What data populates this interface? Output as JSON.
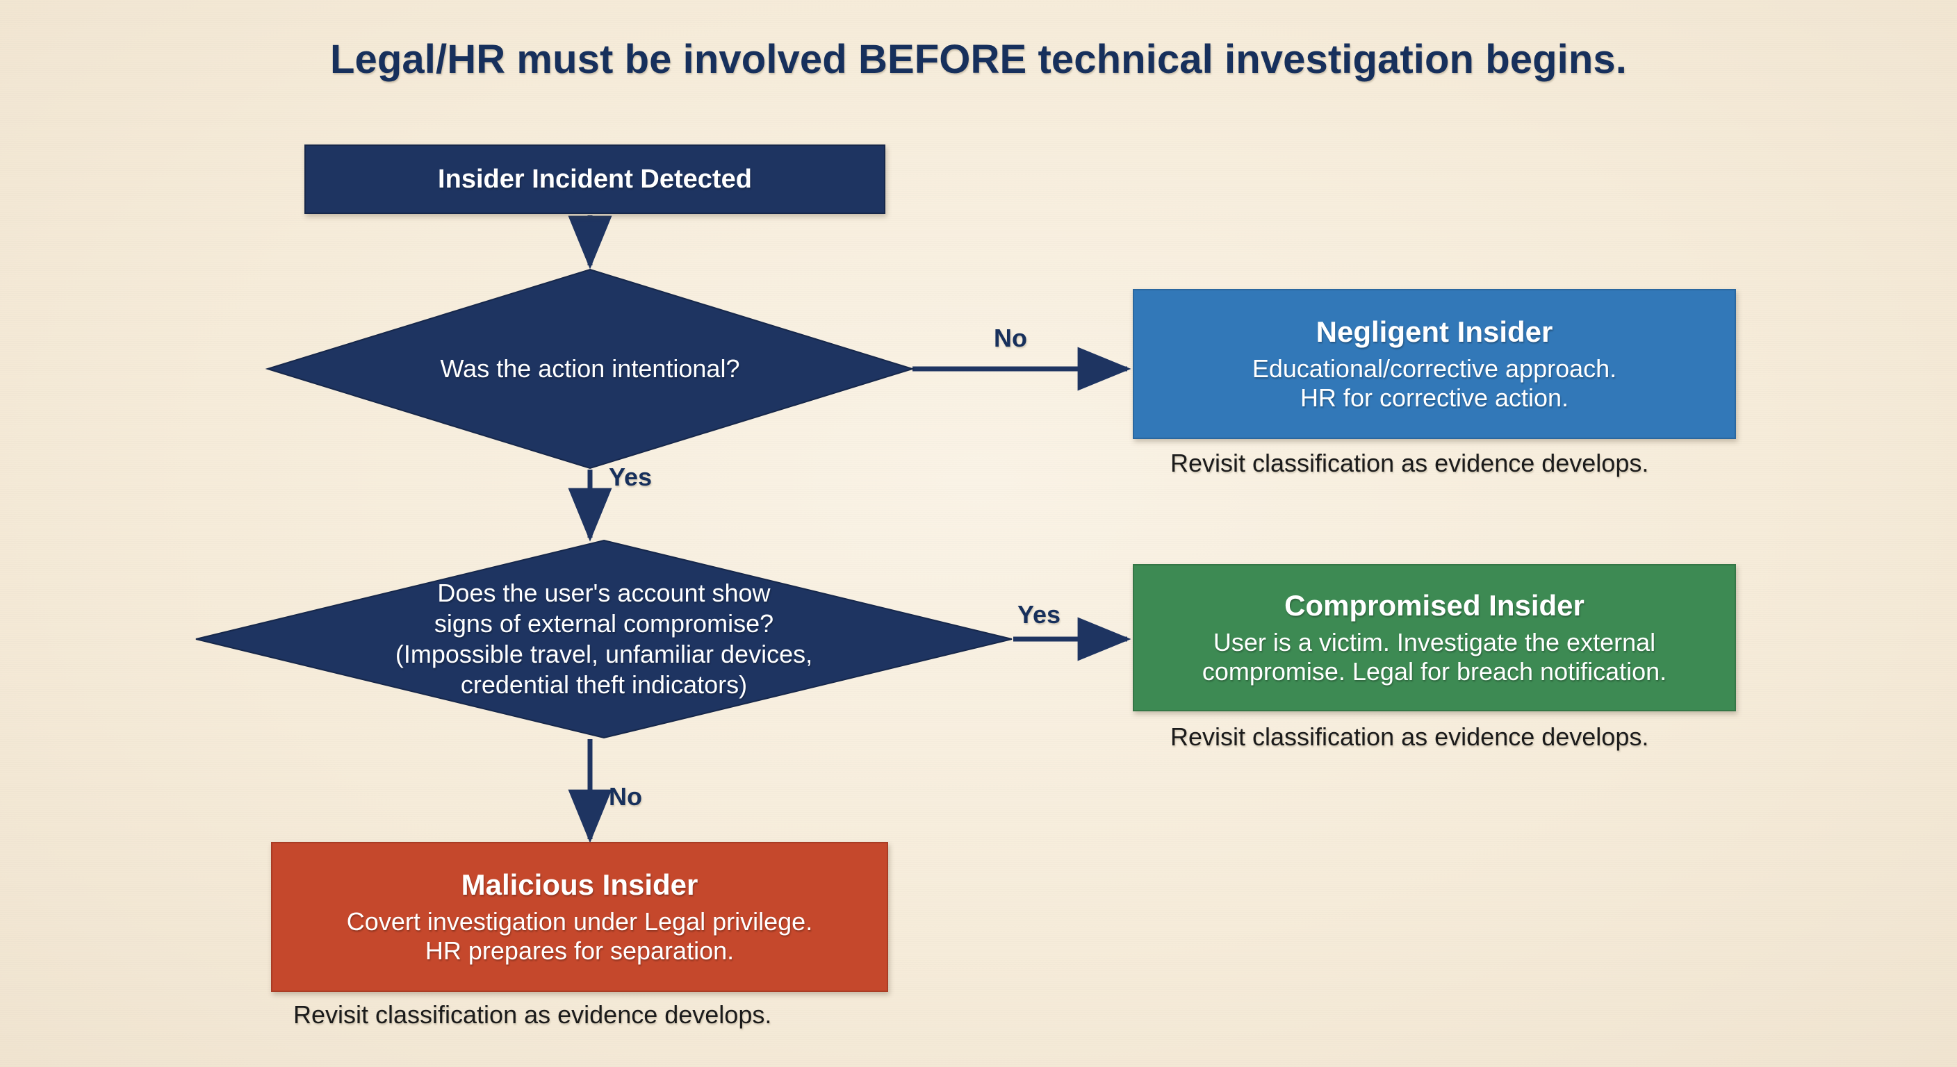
{
  "title": "Legal/HR must be involved BEFORE technical investigation begins.",
  "colors": {
    "background": "#f7eedf",
    "navy": "#1e3461",
    "blue": "#3278b8",
    "green": "#3d8a53",
    "red": "#c5482c",
    "title_text": "#17305c",
    "caption_text": "#1b1b1b"
  },
  "nodes": {
    "start": {
      "label": "Insider Incident Detected"
    },
    "decision_1": {
      "lines": [
        "Was the action intentional?"
      ]
    },
    "decision_2": {
      "lines": [
        "Does the user's account show",
        "signs of external compromise?",
        "(Impossible travel, unfamiliar devices,",
        "credential theft indicators)"
      ]
    },
    "negligent": {
      "title": "Negligent Insider",
      "lines": [
        "Educational/corrective approach.",
        "HR for corrective action."
      ]
    },
    "compromised": {
      "title": "Compromised Insider",
      "lines": [
        "User is a victim. Investigate the external",
        "compromise. Legal for breach notification."
      ]
    },
    "malicious": {
      "title": "Malicious Insider",
      "lines": [
        "Covert investigation under Legal privilege.",
        "HR prepares for separation."
      ]
    }
  },
  "captions": {
    "negligent": "Revisit classification as evidence develops.",
    "compromised": "Revisit classification as evidence develops.",
    "malicious": "Revisit classification as evidence develops."
  },
  "edges": {
    "start_to_decision_1": {
      "label": ""
    },
    "decision_1_no": {
      "label": "No"
    },
    "decision_1_yes": {
      "label": "Yes"
    },
    "decision_2_yes": {
      "label": "Yes"
    },
    "decision_2_no": {
      "label": "No"
    }
  },
  "chart_data": {
    "type": "flowchart",
    "title": "Legal/HR must be involved BEFORE technical investigation begins.",
    "orientation": "top-down with right branches",
    "nodes": [
      {
        "id": "start",
        "shape": "rectangle",
        "text": "Insider Incident Detected",
        "fill": "#1e3461"
      },
      {
        "id": "decision_1",
        "shape": "diamond",
        "text": "Was the action intentional?",
        "fill": "#1e3461"
      },
      {
        "id": "negligent",
        "shape": "rectangle",
        "text": "Negligent Insider — Educational/corrective approach. HR for corrective action.",
        "fill": "#3278b8"
      },
      {
        "id": "decision_2",
        "shape": "diamond",
        "text": "Does the user's account show signs of external compromise? (Impossible travel, unfamiliar devices, credential theft indicators)",
        "fill": "#1e3461"
      },
      {
        "id": "compromised",
        "shape": "rectangle",
        "text": "Compromised Insider — User is a victim. Investigate the external compromise. Legal for breach notification.",
        "fill": "#3d8a53"
      },
      {
        "id": "malicious",
        "shape": "rectangle",
        "text": "Malicious Insider — Covert investigation under Legal privilege. HR prepares for separation.",
        "fill": "#c5482c"
      }
    ],
    "edges": [
      {
        "from": "start",
        "to": "decision_1",
        "label": ""
      },
      {
        "from": "decision_1",
        "to": "negligent",
        "label": "No"
      },
      {
        "from": "decision_1",
        "to": "decision_2",
        "label": "Yes"
      },
      {
        "from": "decision_2",
        "to": "compromised",
        "label": "Yes"
      },
      {
        "from": "decision_2",
        "to": "malicious",
        "label": "No"
      }
    ]
  }
}
